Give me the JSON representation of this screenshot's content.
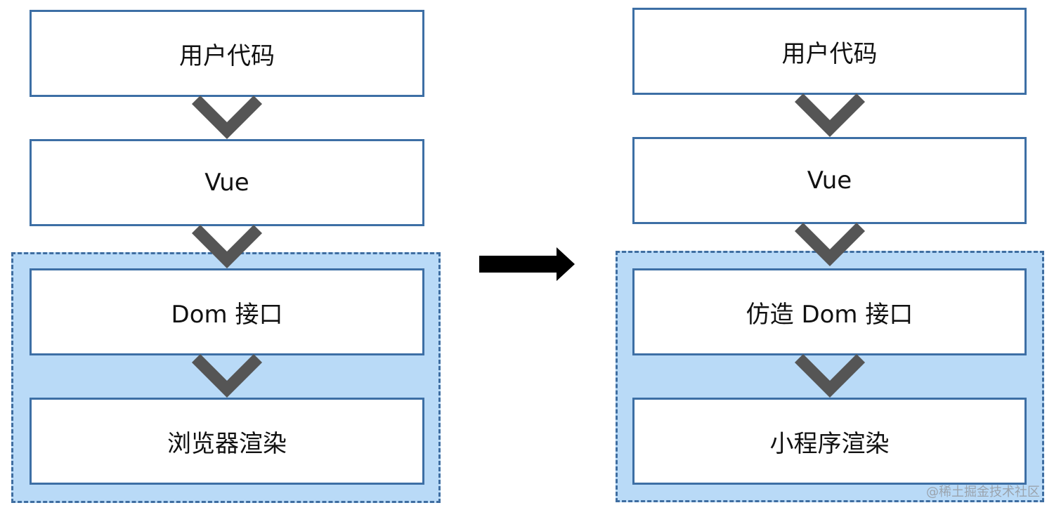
{
  "left": {
    "boxes": [
      "用户代码",
      "Vue",
      "Dom 接口",
      "浏览器渲染"
    ]
  },
  "right": {
    "boxes": [
      "用户代码",
      "Vue",
      "仿造 Dom 接口",
      "小程序渲染"
    ]
  },
  "watermark": "@稀土掘金技术社区",
  "colors": {
    "box_border": "#3d6fa5",
    "group_fill": "#b9daf7",
    "group_border": "#3f6ea1",
    "chevron": "#555555",
    "arrow": "#000000"
  }
}
